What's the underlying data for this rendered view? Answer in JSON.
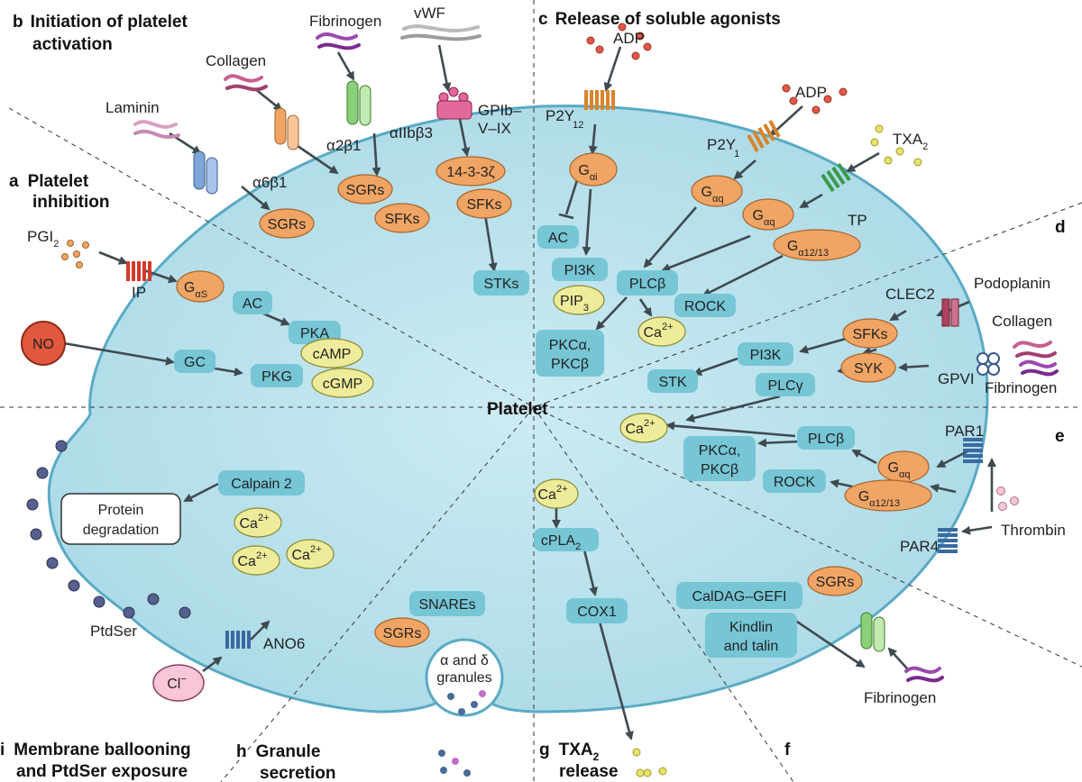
{
  "sections": {
    "a": {
      "letter": "a",
      "line1": "Platelet",
      "line2": "inhibition"
    },
    "b": {
      "letter": "b",
      "line1": "Initiation of platelet",
      "line2": "activation"
    },
    "c": {
      "letter": "c",
      "line1": "Release of soluble agonists"
    },
    "d": {
      "letter": "d"
    },
    "e": {
      "letter": "e"
    },
    "f": {
      "letter": "f"
    },
    "g": {
      "letter": "g",
      "line1": "TXA",
      "sub": "2",
      "line2": "release"
    },
    "h": {
      "letter": "h",
      "line1": "Granule",
      "line2": "secretion"
    },
    "i": {
      "letter": "i",
      "line1": "Membrane ballooning",
      "line2": "and PtdSer exposure"
    }
  },
  "center": "Platelet",
  "ligands": {
    "laminin": "Laminin",
    "collagen_b": "Collagen",
    "fibrinogen_b": "Fibrinogen",
    "vwf": "vWF",
    "adp1": "ADP",
    "adp2": "ADP",
    "txa2": {
      "base": "TXA",
      "sub": "2"
    },
    "pgi2": {
      "base": "PGI",
      "sub": "2"
    },
    "no": "NO",
    "podoplanin": "Podoplanin",
    "collagen_d": "Collagen",
    "fibrinogen_d": "Fibrinogen",
    "thrombin": "Thrombin",
    "fibrinogen_f": "Fibrinogen",
    "cl": {
      "base": "Cl",
      "sup": "−"
    },
    "ptdser": "PtdSer"
  },
  "receptors": {
    "a6b1": "α6β1",
    "a2b1": "α2β1",
    "aiib3": "αIIbβ3",
    "gpib1": "GPIb–",
    "gpib2": "V–IX",
    "p2y12": {
      "base": "P2Y",
      "sub": "12"
    },
    "p2y1": {
      "base": "P2Y",
      "sub": "1"
    },
    "tp": "TP",
    "ip": "IP",
    "clec2": "CLEC2",
    "gpvi": "GPVI",
    "par1": "PAR1",
    "par4": "PAR4",
    "ano6": "ANO6"
  },
  "nodes": {
    "sgrs_b1": "SGRs",
    "sgrs_b2": "SGRs",
    "sfks_b1": "SFKs",
    "p1433": "14-3-3ζ",
    "sfks_b2": "SFKs",
    "stks_b": "STKs",
    "gai": {
      "base": "G",
      "sub": "αi"
    },
    "ac_c": "AC",
    "pi3k_c": "PI3K",
    "pip3": {
      "base": "PIP",
      "sub": "3"
    },
    "gaq_c1": {
      "base": "G",
      "sub": "αq"
    },
    "gaq_c2": {
      "base": "G",
      "sub": "αq"
    },
    "ga1213_c": {
      "base": "G",
      "sub": "α12/13"
    },
    "plcb_c": "PLCβ",
    "rock_c": "ROCK",
    "ca_c": {
      "base": "Ca",
      "sup": "2+"
    },
    "pkc_c1": "PKCα,",
    "pkc_c2": "PKCβ",
    "gas": {
      "base": "G",
      "sub": "αS"
    },
    "ac_a": "AC",
    "pka": "PKA",
    "camp": "cAMP",
    "gc": "GC",
    "pkg": "PKG",
    "cgmp": "cGMP",
    "sfks_d": "SFKs",
    "syk": "SYK",
    "pi3k_d": "PI3K",
    "stk_d": "STK",
    "plcg": "PLCγ",
    "ca_d": {
      "base": "Ca",
      "sup": "2+"
    },
    "plcb_e": "PLCβ",
    "pkc_e1": "PKCα,",
    "pkc_e2": "PKCβ",
    "gaq_e": {
      "base": "G",
      "sub": "αq"
    },
    "rock_e": "ROCK",
    "ga1213_e": {
      "base": "G",
      "sub": "α12/13"
    },
    "calpain": "Calpain 2",
    "protdeg1": "Protein",
    "protdeg2": "degradation",
    "ca_i1": {
      "base": "Ca",
      "sup": "2+"
    },
    "ca_i2": {
      "base": "Ca",
      "sup": "2+"
    },
    "ca_i3": {
      "base": "Ca",
      "sup": "2+"
    },
    "ca_g": {
      "base": "Ca",
      "sup": "2+"
    },
    "cpla2": {
      "base": "cPLA",
      "sub": "2"
    },
    "cox1": "COX1",
    "snares": "SNAREs",
    "sgrs_h": "SGRs",
    "granules1": "α and δ",
    "granules2": "granules",
    "caldag": "CalDAG–GEFI",
    "sgrs_f": "SGRs",
    "kindlin1": "Kindlin",
    "kindlin2": "and talin"
  },
  "colors": {
    "cell": "#bfe3ec",
    "cell_edge": "#5aaac4",
    "teal_node": "#76c6d6",
    "orange_node": "#f0a565",
    "yellow_node": "#eeec9a",
    "no_node": "#e0583e",
    "cl_node": "#f7c6d8",
    "arrow": "#3f4a4f"
  }
}
